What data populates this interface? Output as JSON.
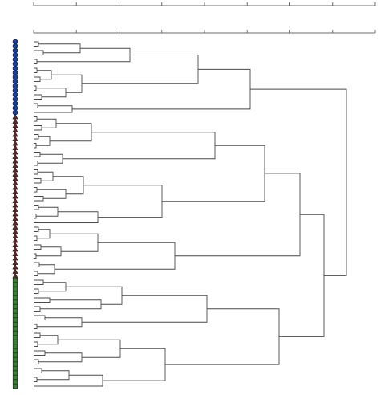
{
  "figure": {
    "palette": {
      "circle": "#1f3f8f",
      "triangle": "#5a2a24",
      "square": "#3f7a3a",
      "line": "#4a4a4a",
      "axis": "#6b6b6b"
    },
    "groups": [
      {
        "name": "",
        "marker": "circle",
        "count": 17
      },
      {
        "name": "",
        "marker": "triangle",
        "count": 37
      },
      {
        "name": "",
        "marker": "square",
        "count": 25
      }
    ]
  }
}
